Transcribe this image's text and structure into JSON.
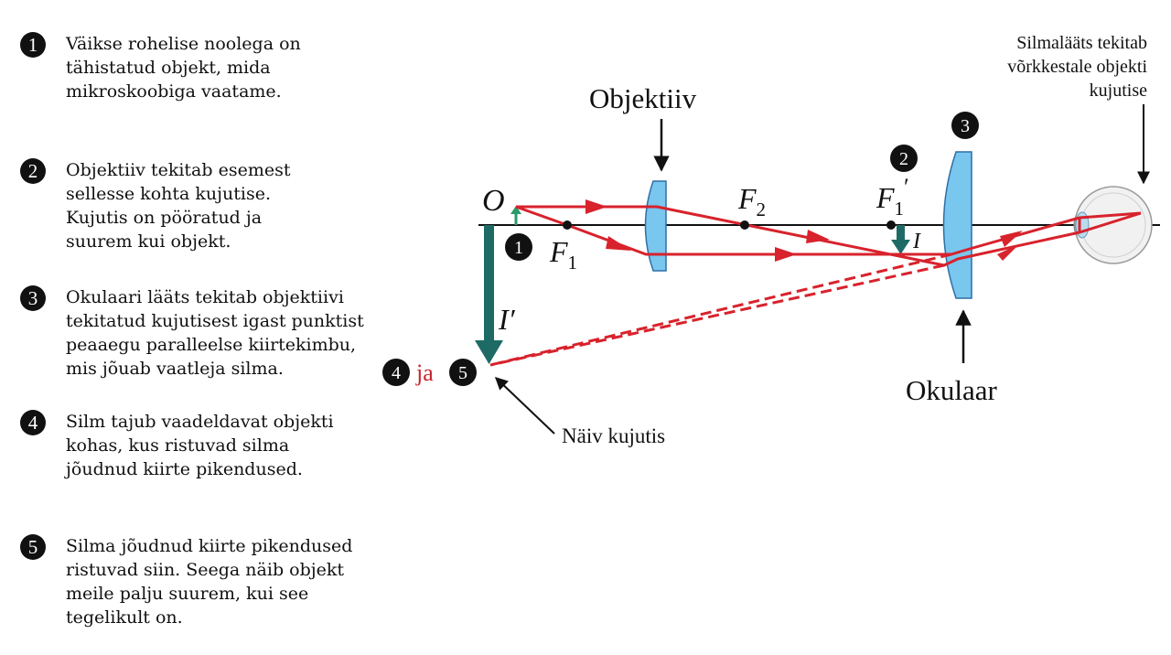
{
  "steps": [
    {
      "num": "1",
      "text": "Väikse rohelise noolega on\ntähistatud objekt, mida\nmikroskoobiga vaatame."
    },
    {
      "num": "2",
      "text": "Objektiiv tekitab esemest\nsellesse kohta kujutise.\nKujutis on pööratud ja\nsuurem kui objekt."
    },
    {
      "num": "3",
      "text": "Okulaari lääts tekitab objektiivi\ntekitatud kujutisest igast punktist\npeaaegu paralleelse kiirtekimbu,\nmis jõuab vaatleja silma."
    },
    {
      "num": "4",
      "text": "Silm tajub vaadeldavat objekti\nkohas, kus ristuvad silma\njõudnud kiirte pikendused."
    },
    {
      "num": "5",
      "text": "Silma jõudnud kiirte pikendused\nristuvad siin. Seega näib objekt\nmeile palju suurem, kui see\ntegelikult on."
    }
  ],
  "diagram": {
    "objective_label": "Objektiiv",
    "eyepiece_label": "Okulaar",
    "eye_note_lines": [
      "Silmalääts tekitab",
      "võrkkestale objekti",
      "kujutise"
    ],
    "virtual_image_label": "Näiv kujutis",
    "object_label": "O",
    "focus_1": "F",
    "focus_1_sub": "1",
    "focus_2": "F",
    "focus_2_sub": "2",
    "focus_1_prime": "F",
    "focus_1_prime_sub": "1",
    "focus_1_prime_mark": "′",
    "image_label": "I",
    "virtual_image_symbol": "I′",
    "marker_1": "1",
    "marker_2": "2",
    "marker_3": "3",
    "marker_4": "4",
    "marker_5": "5",
    "connector": "ja"
  },
  "colors": {
    "ray": "#d8222c",
    "lens_fill": "#79c6ee",
    "lens_stroke": "#2f6fa6",
    "arrow_teal": "#1e6b66",
    "object_arrow": "#2b9a68",
    "connector_red": "#c8252f"
  }
}
